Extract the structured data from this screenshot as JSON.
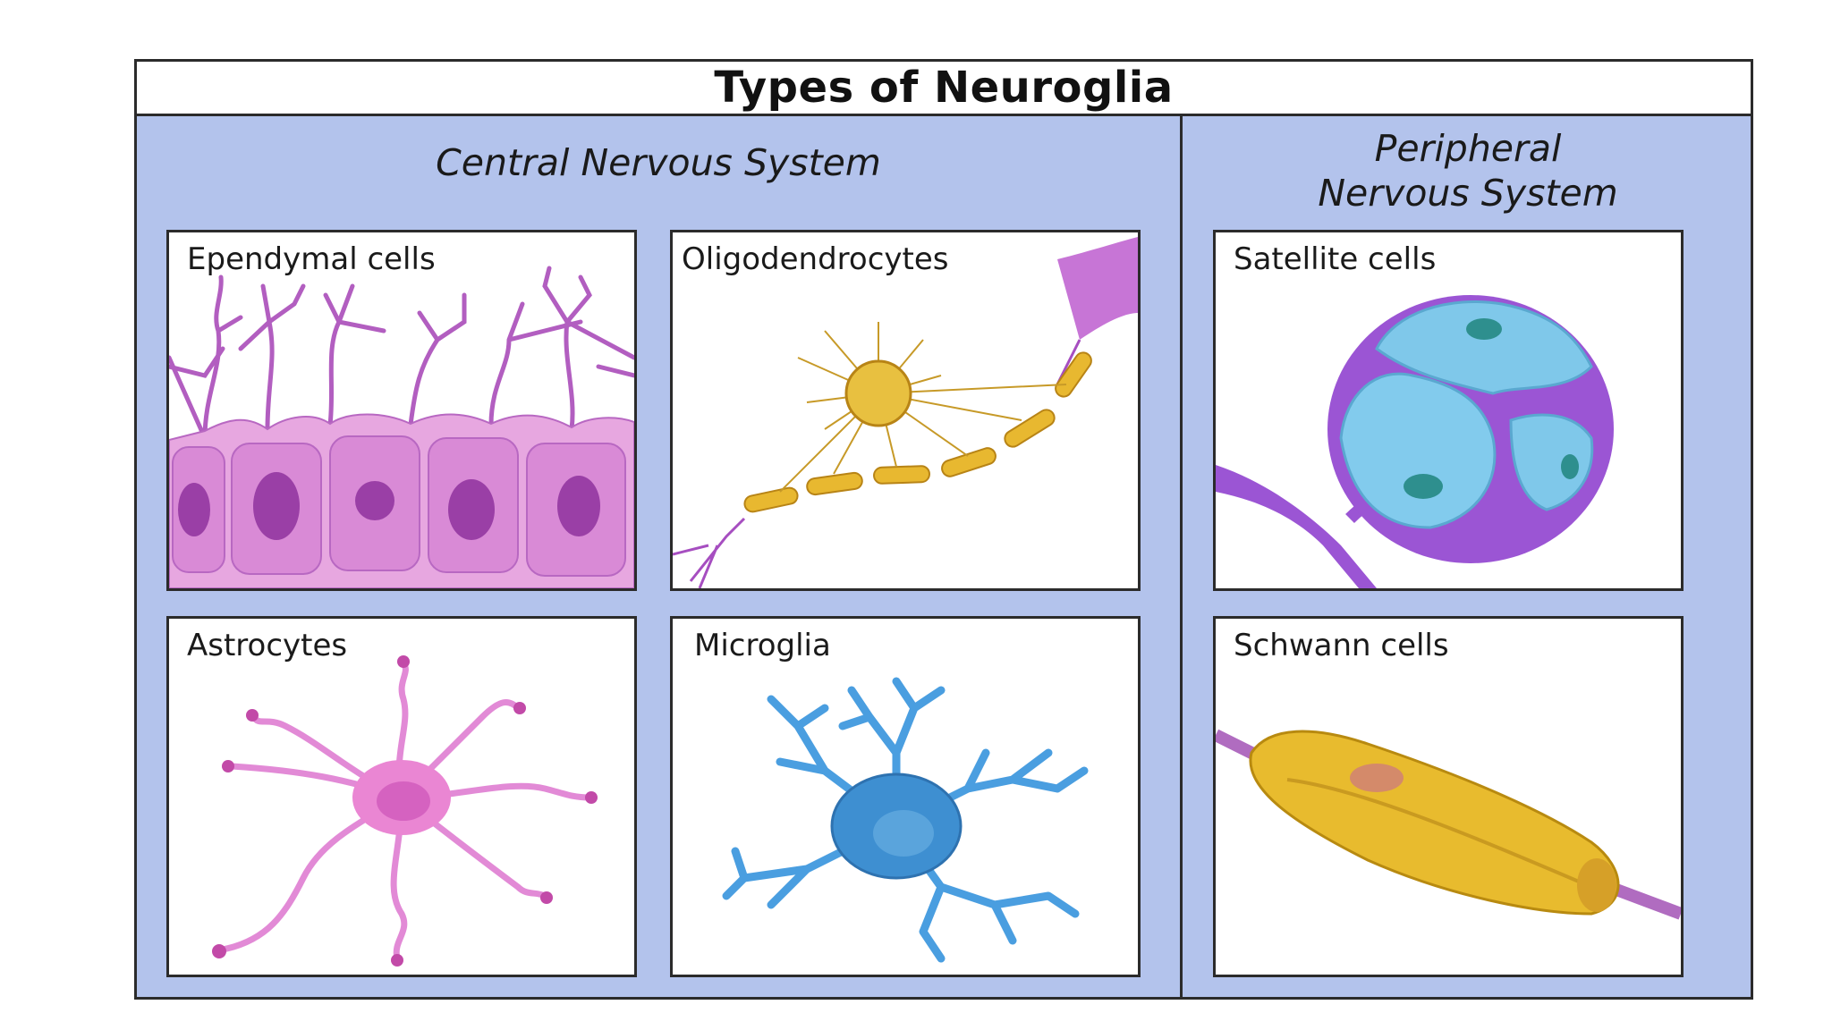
{
  "title": "Types of Neuroglia",
  "sections": {
    "cns": "Central Nervous System",
    "pns_line1": "Peripheral",
    "pns_line2": "Nervous System"
  },
  "cells": {
    "ependymal": "Ependymal cells",
    "oligodendrocytes": "Oligodendrocytes",
    "satellite": "Satellite cells",
    "astrocytes": "Astrocytes",
    "microglia": "Microglia",
    "schwann": "Schwann cells"
  },
  "colors": {
    "background": "#b3c3ec",
    "ependymal": "#d98ad6",
    "oligodendrocyte": "#e8b830",
    "satellite": "#7fc8ea",
    "astrocyte": "#e78ad5",
    "microglia": "#3e8fd1",
    "schwann": "#e8bb2e"
  }
}
